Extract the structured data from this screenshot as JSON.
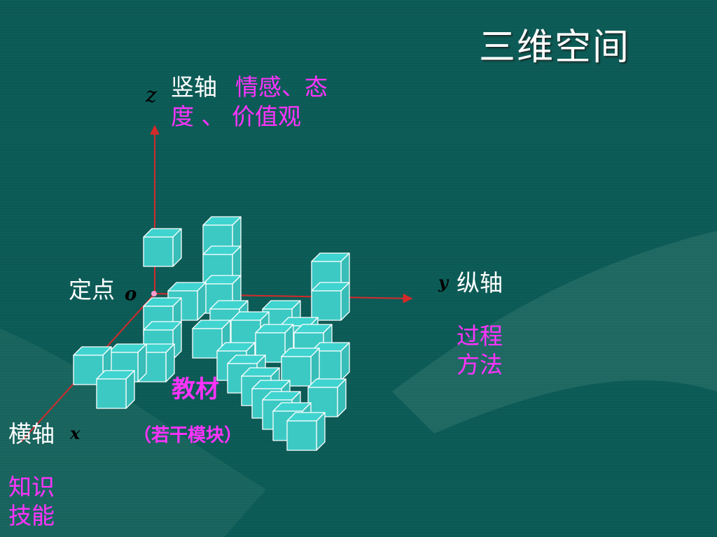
{
  "title": "三维空间",
  "axes": {
    "z": {
      "letter": "z",
      "label": "竖轴",
      "meaning_line1": "情感、态",
      "meaning_line2": "度 、 价值观"
    },
    "y": {
      "letter": "y",
      "label": "纵轴",
      "meaning_line1": "过程",
      "meaning_line2": "方法"
    },
    "x": {
      "letter": "x",
      "label": "横轴",
      "meaning_line1": "知识",
      "meaning_line2": "技能"
    },
    "origin": {
      "letter": "o",
      "label": "定点"
    }
  },
  "textbook": {
    "label": "教材",
    "sublabel": "（若干模块）"
  },
  "colors": {
    "background": "#0b5a55",
    "axis": "#d42a2a",
    "cube_front": "#3cc9c4",
    "cube_top": "#3fd4cf",
    "cube_side": "#38bdb8",
    "cube_edge": "#ffffff",
    "accent_text": "#ff33ff"
  }
}
